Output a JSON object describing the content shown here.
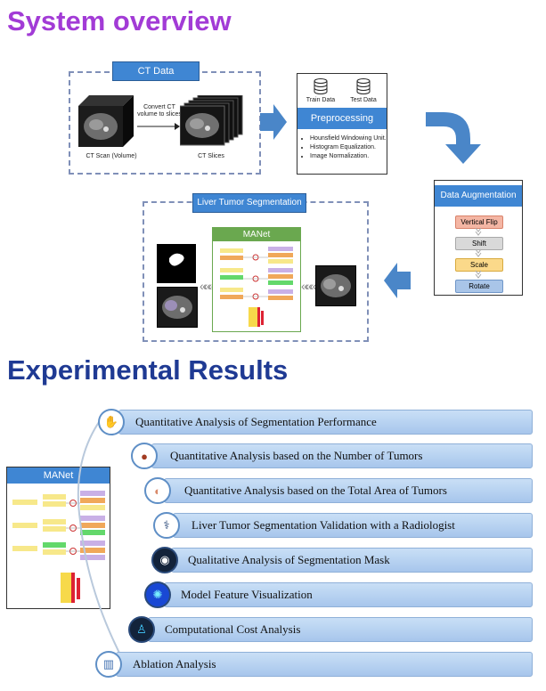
{
  "titles": {
    "overview": "System overview",
    "results": "Experimental Results"
  },
  "pipeline": {
    "ct_data_label": "CT Data",
    "convert_text": "Convert CT volume to slices",
    "ct_scan_label": "CT Scan (Volume)",
    "ct_slices_label": "CT Slices",
    "train_data": "Train Data",
    "test_data": "Test Data",
    "preprocessing_label": "Preprocessing",
    "preprocessing_steps": [
      "Hounsfield Windowing Unit.",
      "Histogram Equalization.",
      "Image Normalization."
    ],
    "augmentation_label": "Data Augmentation",
    "augmentations": [
      {
        "label": "Vertical Flip",
        "color": "#f4b6a4",
        "border": "#d9826a"
      },
      {
        "label": "Shift",
        "color": "#d9d9d9",
        "border": "#a8a8a8"
      },
      {
        "label": "Scale",
        "color": "#fbd98a",
        "border": "#d8aa3e"
      },
      {
        "label": "Rotate",
        "color": "#a9c5e8",
        "border": "#6f96c8"
      }
    ],
    "segmentation_label": "Liver Tumor Segmentation",
    "manet_label": "MANet",
    "arrows_glyph": "«««"
  },
  "results": {
    "manet_label": "MANet",
    "items": [
      {
        "label": "Quantitative Analysis of Segmentation Performance",
        "icon": "hand-icon"
      },
      {
        "label": "Quantitative Analysis based on the Number of Tumors",
        "icon": "liver-icon"
      },
      {
        "label": "Quantitative Analysis based on the Total Area of Tumors",
        "icon": "liver-outline-icon"
      },
      {
        "label": "Liver Tumor Segmentation Validation with a Radiologist",
        "icon": "doctor-icon"
      },
      {
        "label": "Qualitative Analysis of Segmentation Mask",
        "icon": "ct-scan-icon"
      },
      {
        "label": "Model Feature Visualization",
        "icon": "feature-map-icon"
      },
      {
        "label": "Computational Cost Analysis",
        "icon": "body-scan-icon"
      },
      {
        "label": "Ablation Analysis",
        "icon": "chart-icon"
      }
    ]
  }
}
